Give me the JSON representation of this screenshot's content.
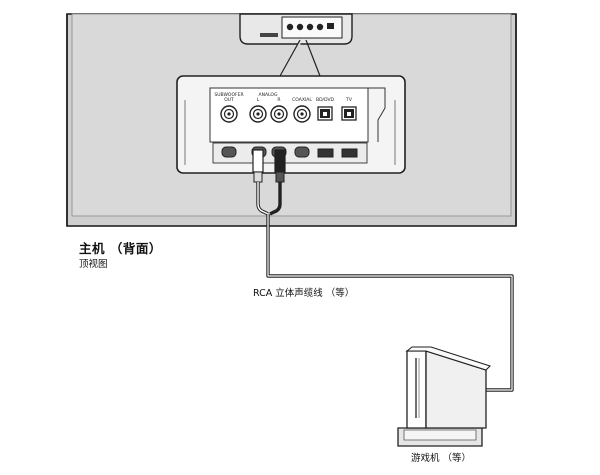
{
  "unit": {
    "title": "主机 （背面）",
    "view": "顶视图"
  },
  "panel": {
    "label_subwoofer": "SUBWOOFER",
    "label_out": "OUT",
    "label_analog": "ANALOG",
    "label_l": "L",
    "label_r": "R",
    "label_coaxial": "COAXIAL",
    "label_bd_dvd": "BD/DVD",
    "label_tv": "TV"
  },
  "cable": {
    "label": "RCA 立体声缆线 （等）"
  },
  "console": {
    "label": "游戏机 （等）"
  }
}
